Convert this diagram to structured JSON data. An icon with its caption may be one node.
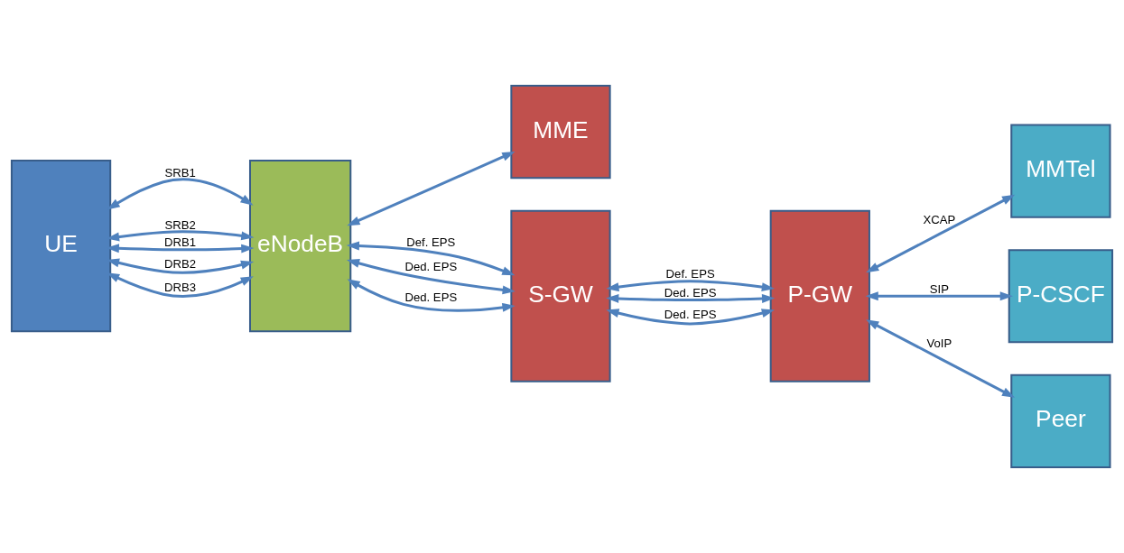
{
  "diagram": {
    "nodes": [
      {
        "text": [
          "UE"
        ]
      },
      {
        "text": [
          "eNodeB"
        ]
      },
      {
        "text": [
          "MME"
        ]
      },
      {
        "text": [
          "S-GW"
        ]
      },
      {
        "text": [
          "P-GW"
        ]
      },
      {
        "text": [
          "MMTel"
        ]
      },
      {
        "text": [
          "P-CSCF"
        ]
      },
      {
        "text": [
          "Peer"
        ]
      }
    ],
    "edges": [
      {
        "from": 0,
        "to": 1,
        "arrow": "both",
        "label": "SRB1"
      },
      {
        "from": 0,
        "to": 1,
        "arrow": "both",
        "label": "SRB2"
      },
      {
        "from": 0,
        "to": 1,
        "arrow": "both",
        "label": "DRB1"
      },
      {
        "from": 0,
        "to": 1,
        "arrow": "both",
        "label": "DRB2"
      },
      {
        "from": 0,
        "to": 1,
        "arrow": "both",
        "label": "DRB3"
      },
      {
        "from": 1,
        "to": 2,
        "arrow": "both"
      },
      {
        "from": 1,
        "to": 3,
        "arrow": "both",
        "label": "Def. EPS"
      },
      {
        "from": 1,
        "to": 3,
        "arrow": "both",
        "label": "Ded. EPS"
      },
      {
        "from": 1,
        "to": 3,
        "arrow": "both",
        "label": "Ded. EPS"
      },
      {
        "from": 3,
        "to": 4,
        "arrow": "both",
        "label": "Def. EPS"
      },
      {
        "from": 3,
        "to": 4,
        "arrow": "both",
        "label": "Ded. EPS"
      },
      {
        "from": 3,
        "to": 4,
        "arrow": "both",
        "label": "Ded. EPS"
      },
      {
        "from": 4,
        "to": 5,
        "arrow": "both",
        "label": "XCAP"
      },
      {
        "from": 4,
        "to": 6,
        "arrow": "both",
        "label": "SIP"
      },
      {
        "from": 4,
        "to": 7,
        "arrow": "both",
        "label": "VoIP"
      }
    ]
  }
}
